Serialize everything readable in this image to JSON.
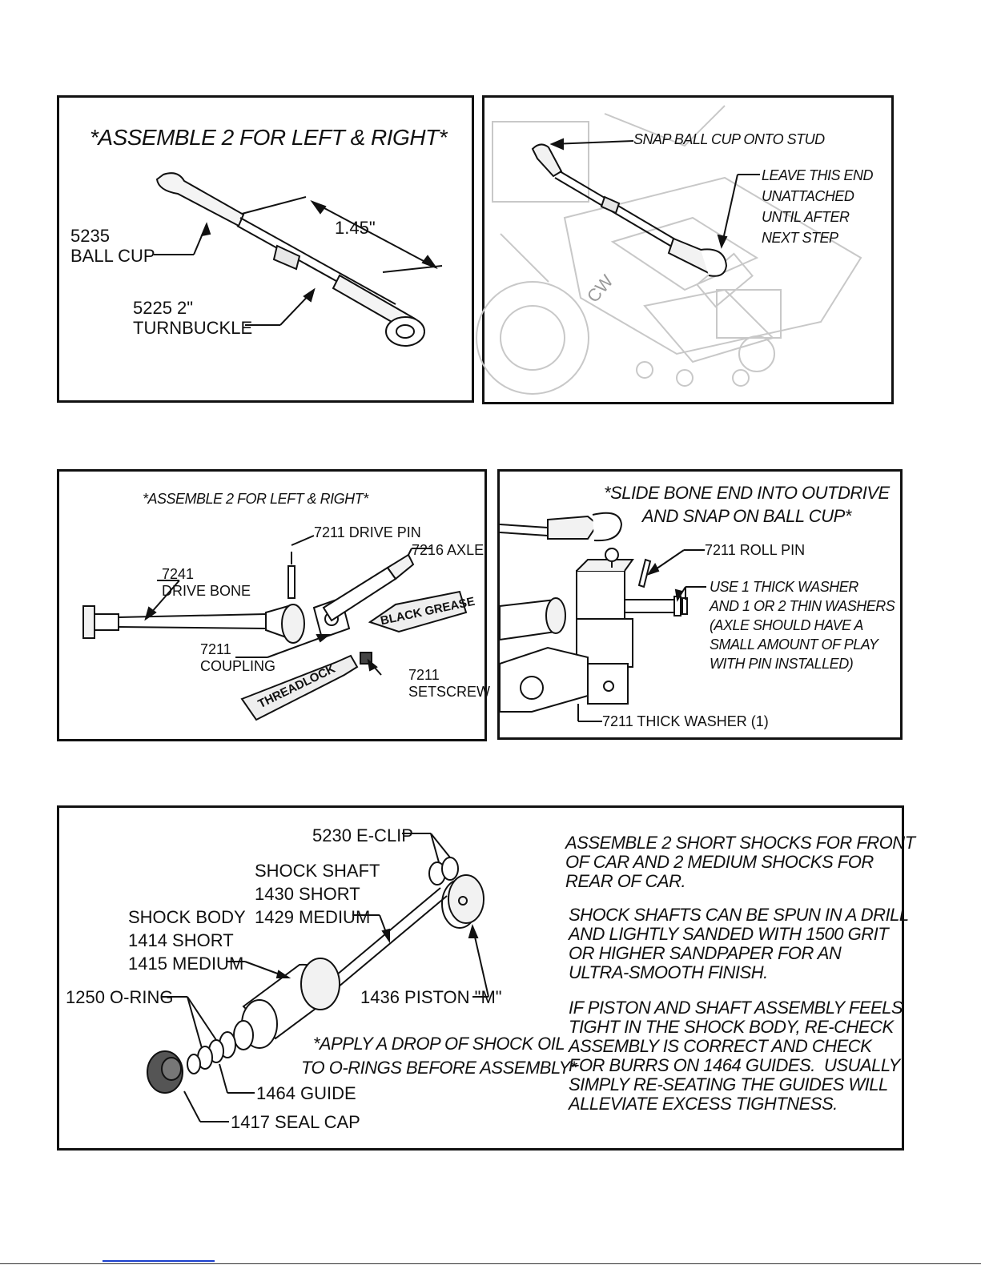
{
  "panel1": {
    "title": "*ASSEMBLE 2 FOR LEFT & RIGHT*",
    "ball_cup": "5235\nBALL CUP",
    "turnbuckle": "5225 2\"\nTURNBUCKLE",
    "dimension": "1.45\""
  },
  "panel2": {
    "snap": "SNAP BALL CUP ONTO STUD",
    "leave": "LEAVE THIS END\nUNATTACHED\nUNTIL AFTER\nNEXT STEP",
    "chassis_mark": "CW"
  },
  "panel3": {
    "title": "*ASSEMBLE 2 FOR LEFT & RIGHT*",
    "drive_pin": "7211 DRIVE PIN",
    "axle": "7216 AXLE",
    "drive_bone": "7241\nDRIVE BONE",
    "coupling": "7211\nCOUPLING",
    "setscrew": "7211\nSETSCREW",
    "black_grease": "BLACK GREASE",
    "threadlock": "THREADLOCK"
  },
  "panel4": {
    "title": "*SLIDE BONE END INTO OUTDRIVE\nAND SNAP ON BALL CUP*",
    "roll_pin": "7211 ROLL PIN",
    "washers": "USE 1 THICK WASHER\nAND 1 OR 2 THIN WASHERS\n(AXLE SHOULD HAVE A\nSMALL AMOUNT OF PLAY\nWITH PIN INSTALLED)",
    "thick_washer": "7211 THICK WASHER (1)"
  },
  "panel5": {
    "eclip": "5230 E-CLIP",
    "shock_shaft": "SHOCK SHAFT\n1430 SHORT\n1429 MEDIUM",
    "shock_body": "SHOCK BODY\n1414 SHORT\n1415 MEDIUM",
    "oring": "1250 O-RING",
    "piston": "1436 PISTON \"M\"",
    "oil_note": "*APPLY A DROP OF SHOCK OIL\nTO O-RINGS BEFORE ASSEMBLY*",
    "guide": "1464 GUIDE",
    "seal_cap": "1417 SEAL CAP",
    "note1": "ASSEMBLE 2 SHORT SHOCKS FOR FRONT\nOF CAR AND 2 MEDIUM SHOCKS FOR\nREAR OF CAR.",
    "note2": "SHOCK SHAFTS CAN BE SPUN IN A DRILL\nAND LIGHTLY SANDED WITH 1500 GRIT\nOR HIGHER SANDPAPER FOR AN\nULTRA-SMOOTH FINISH.",
    "note3": "IF PISTON AND SHAFT ASSEMBLY FEELS\nTIGHT IN THE SHOCK BODY, RE-CHECK\nASSEMBLY IS CORRECT AND CHECK\nFOR BURRS ON 1464 GUIDES.  USUALLY\nSIMPLY RE-SEATING THE GUIDES WILL\nALLEVIATE EXCESS TIGHTNESS."
  }
}
